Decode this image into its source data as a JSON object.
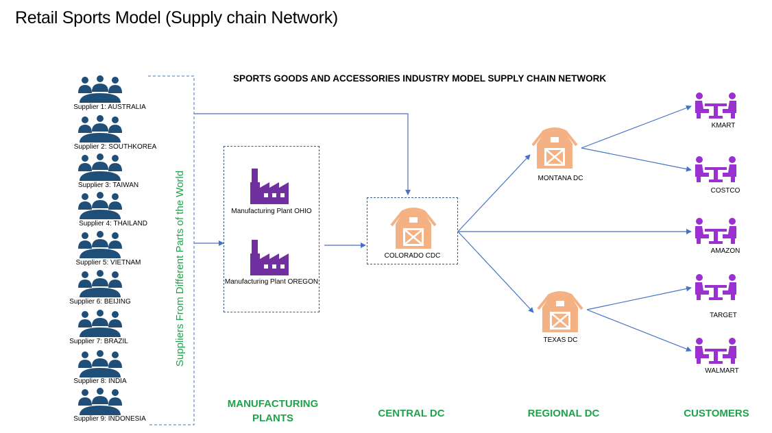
{
  "page_title": "Retail Sports Model (Supply chain Network)",
  "diagram_title": "SPORTS GOODS AND ACCESSORIES INDUSTRY MODEL SUPPLY CHAIN NETWORK",
  "suppliers_group_label": "Suppliers From Different Parts of the World",
  "suppliers": [
    {
      "label": "Supplier 1: AUSTRALIA",
      "icon": "people-group-icon"
    },
    {
      "label": "Supplier 2: SOUTHKOREA",
      "icon": "people-group-icon"
    },
    {
      "label": "Supplier 3: TAIWAN",
      "icon": "people-group-icon"
    },
    {
      "label": "Supplier 4: THAILAND",
      "icon": "people-group-icon"
    },
    {
      "label": "Supplier 5: VIETNAM",
      "icon": "people-group-icon"
    },
    {
      "label": "Supplier 6: BEIJING",
      "icon": "people-group-icon"
    },
    {
      "label": "Supplier 7: BRAZIL",
      "icon": "people-group-icon"
    },
    {
      "label": "Supplier 8: INDIA",
      "icon": "people-group-icon"
    },
    {
      "label": "Supplier 9: INDONESIA",
      "icon": "people-group-icon"
    }
  ],
  "plants": [
    {
      "label": "Manufacturing Plant OHIO",
      "icon": "factory-icon"
    },
    {
      "label": "Manufacturing Plant OREGON",
      "icon": "factory-icon"
    }
  ],
  "central_dc": {
    "label": "COLORADO CDC",
    "icon": "barn-icon"
  },
  "regional_dcs": [
    {
      "label": "MONTANA DC",
      "icon": "barn-icon"
    },
    {
      "label": "TEXAS DC",
      "icon": "barn-icon"
    }
  ],
  "customers": [
    {
      "label": "KMART",
      "icon": "meeting-table-icon"
    },
    {
      "label": "COSTCO",
      "icon": "meeting-table-icon"
    },
    {
      "label": "AMAZON",
      "icon": "meeting-table-icon"
    },
    {
      "label": "TARGET",
      "icon": "meeting-table-icon"
    },
    {
      "label": "WALMART",
      "icon": "meeting-table-icon"
    }
  ],
  "stages": {
    "manufacturing": "MANUFACTURING PLANTS",
    "central": "CENTRAL DC",
    "regional": "REGIONAL DC",
    "customers": "CUSTOMERS"
  },
  "colors": {
    "supplier_icon": "#1f4e79",
    "factory_icon": "#7030a0",
    "barn_icon": "#f4b183",
    "customer_icon": "#9b30d0",
    "stage_text": "#1fa34a",
    "arrow": "#4472c4"
  }
}
